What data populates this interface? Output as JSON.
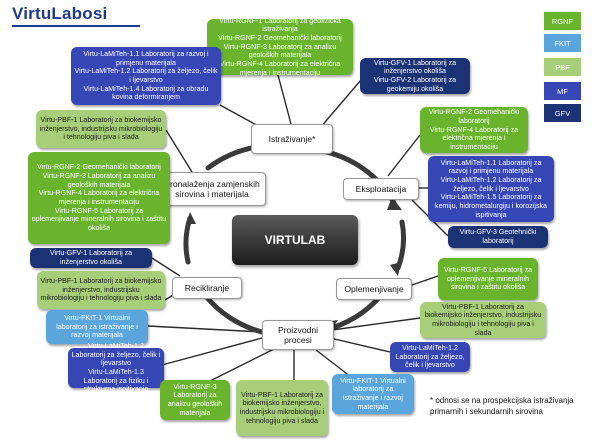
{
  "title": "VirtuLabosi",
  "center_label": "VIRTULAB",
  "legend": [
    {
      "label": "RGNF",
      "color": "#6ab42d"
    },
    {
      "label": "FKIT",
      "color": "#5aa6dc"
    },
    {
      "label": "PBF",
      "color": "#a7cf7a"
    },
    {
      "label": "MF",
      "color": "#3646b4"
    },
    {
      "label": "GFV",
      "color": "#1b3275"
    }
  ],
  "nodes": {
    "istrazivanje": "Istraživanje*",
    "eksploatacija": "Eksploatacija",
    "oplemenjivanje": "Oplemenjivanje",
    "proizvodni": "Proizvodni procesi",
    "recikliranje": "Recikliranje",
    "pronalazenje": "Pronalaženja zamjenskih sirovina i materijala"
  },
  "labs": {
    "lab1": [
      "Virtu-RGNF-1 Laboratorij za geofizička istraživanja",
      "Virtu-RGNF-2 Geomehanički laboratorij",
      "Virtu-RGNF-3 Laboratorij za analizu geoloških materijala",
      "Virtu-RGNF-4 Laboratorij za električna mjerenja i instrumentaciju"
    ],
    "lab2": [
      "Virtu-LaMiTeh-1.1 Laboratorij za razvoj i primjenu materijala",
      "Virtu-LaMiTeh-1.2 Laboratorij za željezo, čelik i ljevarstvo",
      "Virtu-LaMiTeh-1.4 Laboratorij za obradu kovina deformiranjem"
    ],
    "lab3": [
      "Virtu-GFV-1 Laboratorij za inženjerstvo okoliša",
      "Virtu-GFV-2 Laboratorij za geokemiju okoliša"
    ],
    "lab4": [
      "Virtu-PBF-1 Laboratorij za biokemijsko inženjerstvo, industrijsku mikrobiologiju i tehnologiju piva i slada"
    ],
    "lab5": [
      "Virtu-RGNF-2 Geomehanički laboratorij",
      "Virtu-RGNF-3 Laboratorij za analizu geoloških materijala",
      "Virtu-RGNF-4 Laboratorij za električna mjerenja i instrumentaciju",
      "Virtu-RGNF-5 Laboratorij za oplemenjivanje mineralnih sirovina i zaštitu okoliša"
    ],
    "lab6": [
      "Virtu-RGNF-2 Geomehanički laboratorij",
      "Virtu-RGNF-4 Laboratorij za električna mjerenja i instrumentaciju"
    ],
    "lab7": [
      "Virtu-LaMiTeh-1.1 Laboratorij za razvoj i primjenu materijala",
      "Virtu-LaMiTeh-1.2 Laboratorij za željezo, čelik i ljevarstvo",
      "Virtu-LaMiTeh-1.5 Laboratorij za kemiju, hidrometalurgiju i korozijska ispitivanja"
    ],
    "lab8": [
      "Virtu-GFV-3 Geotehnički laboratorij"
    ],
    "lab9": [
      "Virtu-GFV-1 Laboratorij za inženjerstvo okoliša"
    ],
    "lab10": [
      "Virtu-PBF-1 Laboratorij za biokemijsko inženjerstvo, industrijsku mikrobiologiju i tehnologiju piva i slada"
    ],
    "lab11": [
      "Virtu-RGNF-5 Laboratorij za oplemenjivanje mineralnih sirovina i zaštitu okoliša"
    ],
    "lab12": [
      "Virtu-FKIT-1 Virtualni laboratorij za istraživanje i razvoj materijala"
    ],
    "lab13": [
      "Virtu-PBF-1 Laboratorij za biokemijsko inženjerstvo, industrijsku mikrobiologiju i tehnologiju piva i slada"
    ],
    "lab14": [
      "Virtu-LaMiTeh-1.2 Laboratorij za željezo, čelik i ljevarstvo",
      "Virtu-LaMiTeh-1.3 Laboratorij za fiziku i strukturna ispitivanja"
    ],
    "lab15": [
      "Virtu-LaMiTeh-1.2 Laboratorij za željezo, čelik i ljevarstvo"
    ],
    "lab16": [
      "Virtu-RGNF-3 Laboratorij za analizu geoloških materijala"
    ],
    "lab17": [
      "Virtu-PBF-1 Laboratorij za biokemijsko inženjerstvo, industrijsku mikrobiologiju i tehnologiju piva i slada"
    ],
    "lab18": [
      "Virtu-FKIT-1 Virtualni laboratorij za istraživanje i razvoj materijala"
    ]
  },
  "footnote": "* odnosi se na prospekcijska istraživanja primarnih i sekundarnih sirovina"
}
